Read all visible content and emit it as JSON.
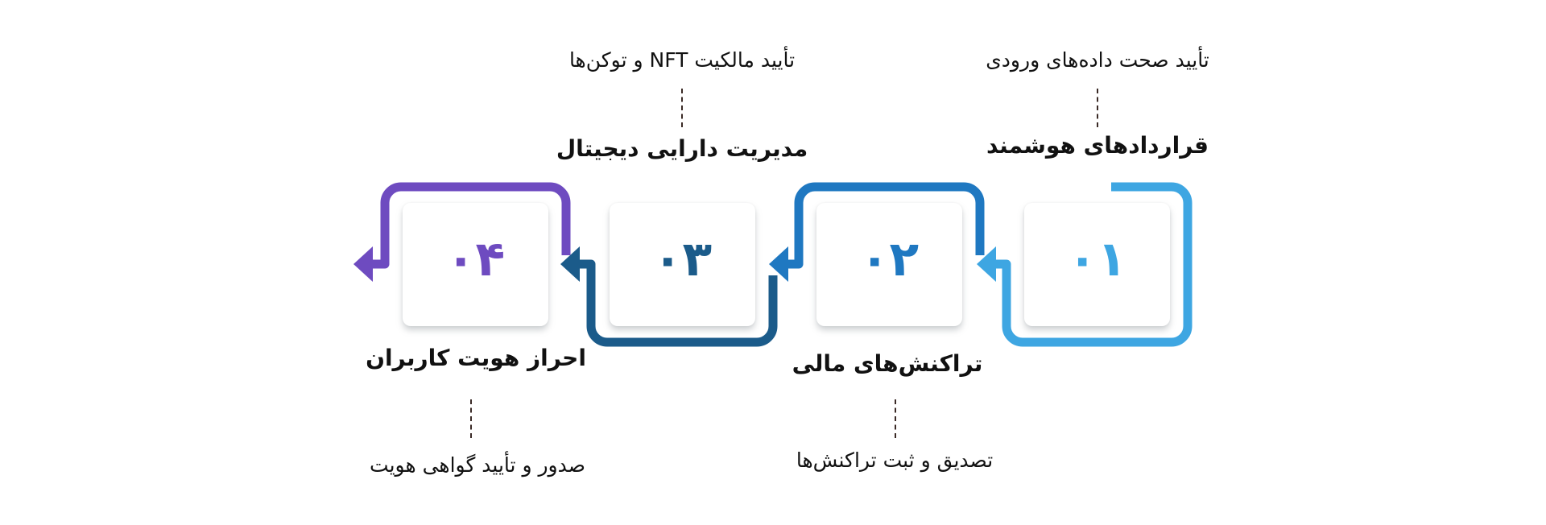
{
  "steps": [
    {
      "number": "۰۱",
      "title": "قراردادهای هوشمند",
      "description": "تأیید صحت داده‌های ورودی",
      "color": "#3ea6e2"
    },
    {
      "number": "۰۲",
      "title": "تراکنش‌های مالی",
      "description": "تصدیق و ثبت تراکنش‌ها",
      "color": "#1f78c1"
    },
    {
      "number": "۰۳",
      "title": "مدیریت دارایی دیجیتال",
      "description": "تأیید مالکیت NFT و توکن‌ها",
      "color": "#1b5b8a"
    },
    {
      "number": "۰۴",
      "title": "احراز هویت کاربران",
      "description": "صدور و تأیید گواهی هویت",
      "color": "#6e4bc0"
    }
  ]
}
